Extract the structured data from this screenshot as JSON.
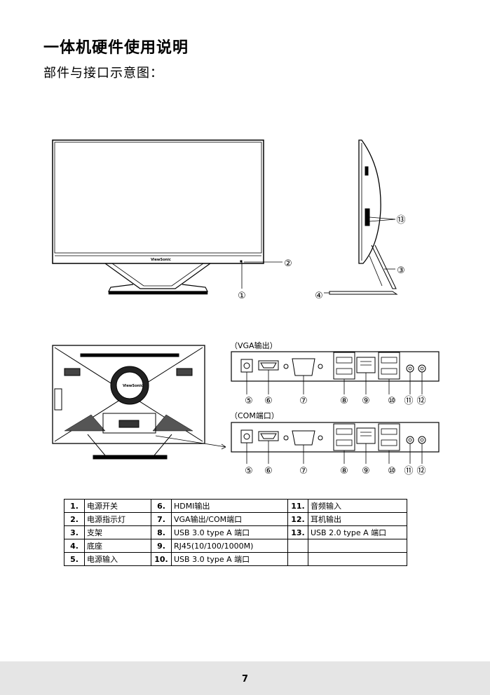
{
  "page": {
    "title": "一体机硬件使用说明",
    "subtitle": "部件与接口示意图：",
    "page_number": "7"
  },
  "diagram": {
    "brand": "ViewSonic",
    "callouts": [
      "①",
      "②",
      "③",
      "④",
      "⑤",
      "⑥",
      "⑦",
      "⑧",
      "⑨",
      "⑩",
      "⑪",
      "⑫",
      "⑬"
    ],
    "vga_label": "（VGA输出）",
    "com_label": "（COM端口）"
  },
  "legend": {
    "rows": [
      [
        {
          "n": "1.",
          "d": "电源开关"
        },
        {
          "n": "6.",
          "d": "HDMI输出"
        },
        {
          "n": "11.",
          "d": "音频输入"
        }
      ],
      [
        {
          "n": "2.",
          "d": "电源指示灯"
        },
        {
          "n": "7.",
          "d": "VGA输出/COM端口"
        },
        {
          "n": "12.",
          "d": "耳机输出"
        }
      ],
      [
        {
          "n": "3.",
          "d": "支架"
        },
        {
          "n": "8.",
          "d": "USB 3.0 type A 端口"
        },
        {
          "n": "13.",
          "d": "USB 2.0 type A 端口"
        }
      ],
      [
        {
          "n": "4.",
          "d": "底座"
        },
        {
          "n": "9.",
          "d": "RJ45(10/100/1000M)"
        },
        {
          "n": "",
          "d": ""
        }
      ],
      [
        {
          "n": "5.",
          "d": "电源输入"
        },
        {
          "n": "10.",
          "d": "USB 3.0 type A 端口"
        },
        {
          "n": "",
          "d": ""
        }
      ]
    ]
  }
}
